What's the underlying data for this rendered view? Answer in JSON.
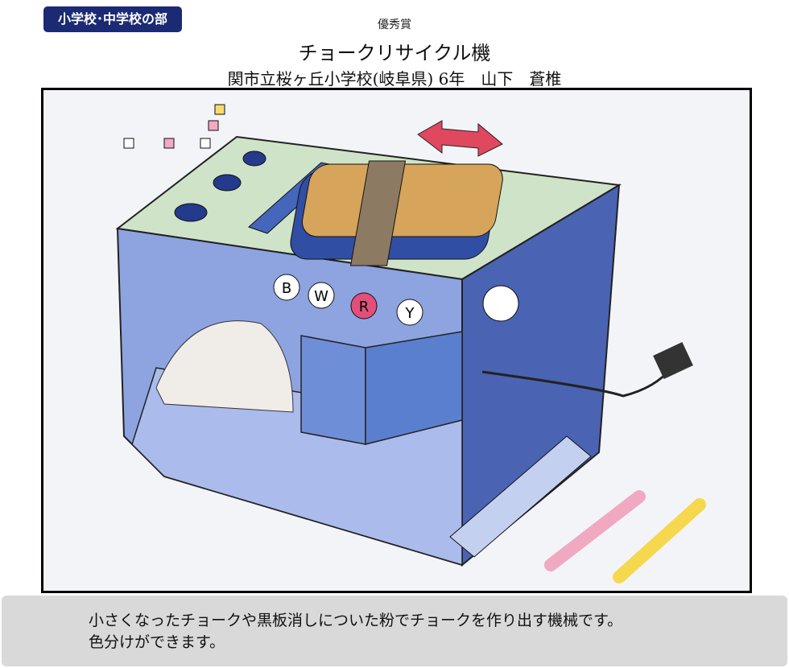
{
  "header": {
    "category_badge": "小学校･中学校の部",
    "award": "優秀賞",
    "title": "チョークリサイクル機",
    "author_line": "関市立桜ヶ丘小学校(岐阜県) 6年　山下　蒼椎"
  },
  "artwork": {
    "labels": [
      "B",
      "W",
      "R",
      "Y"
    ]
  },
  "caption": {
    "line1": "小さくなったチョークや黒板消しについた粉でチョークを作り出す機械です。",
    "line2": "色分けができます。"
  }
}
